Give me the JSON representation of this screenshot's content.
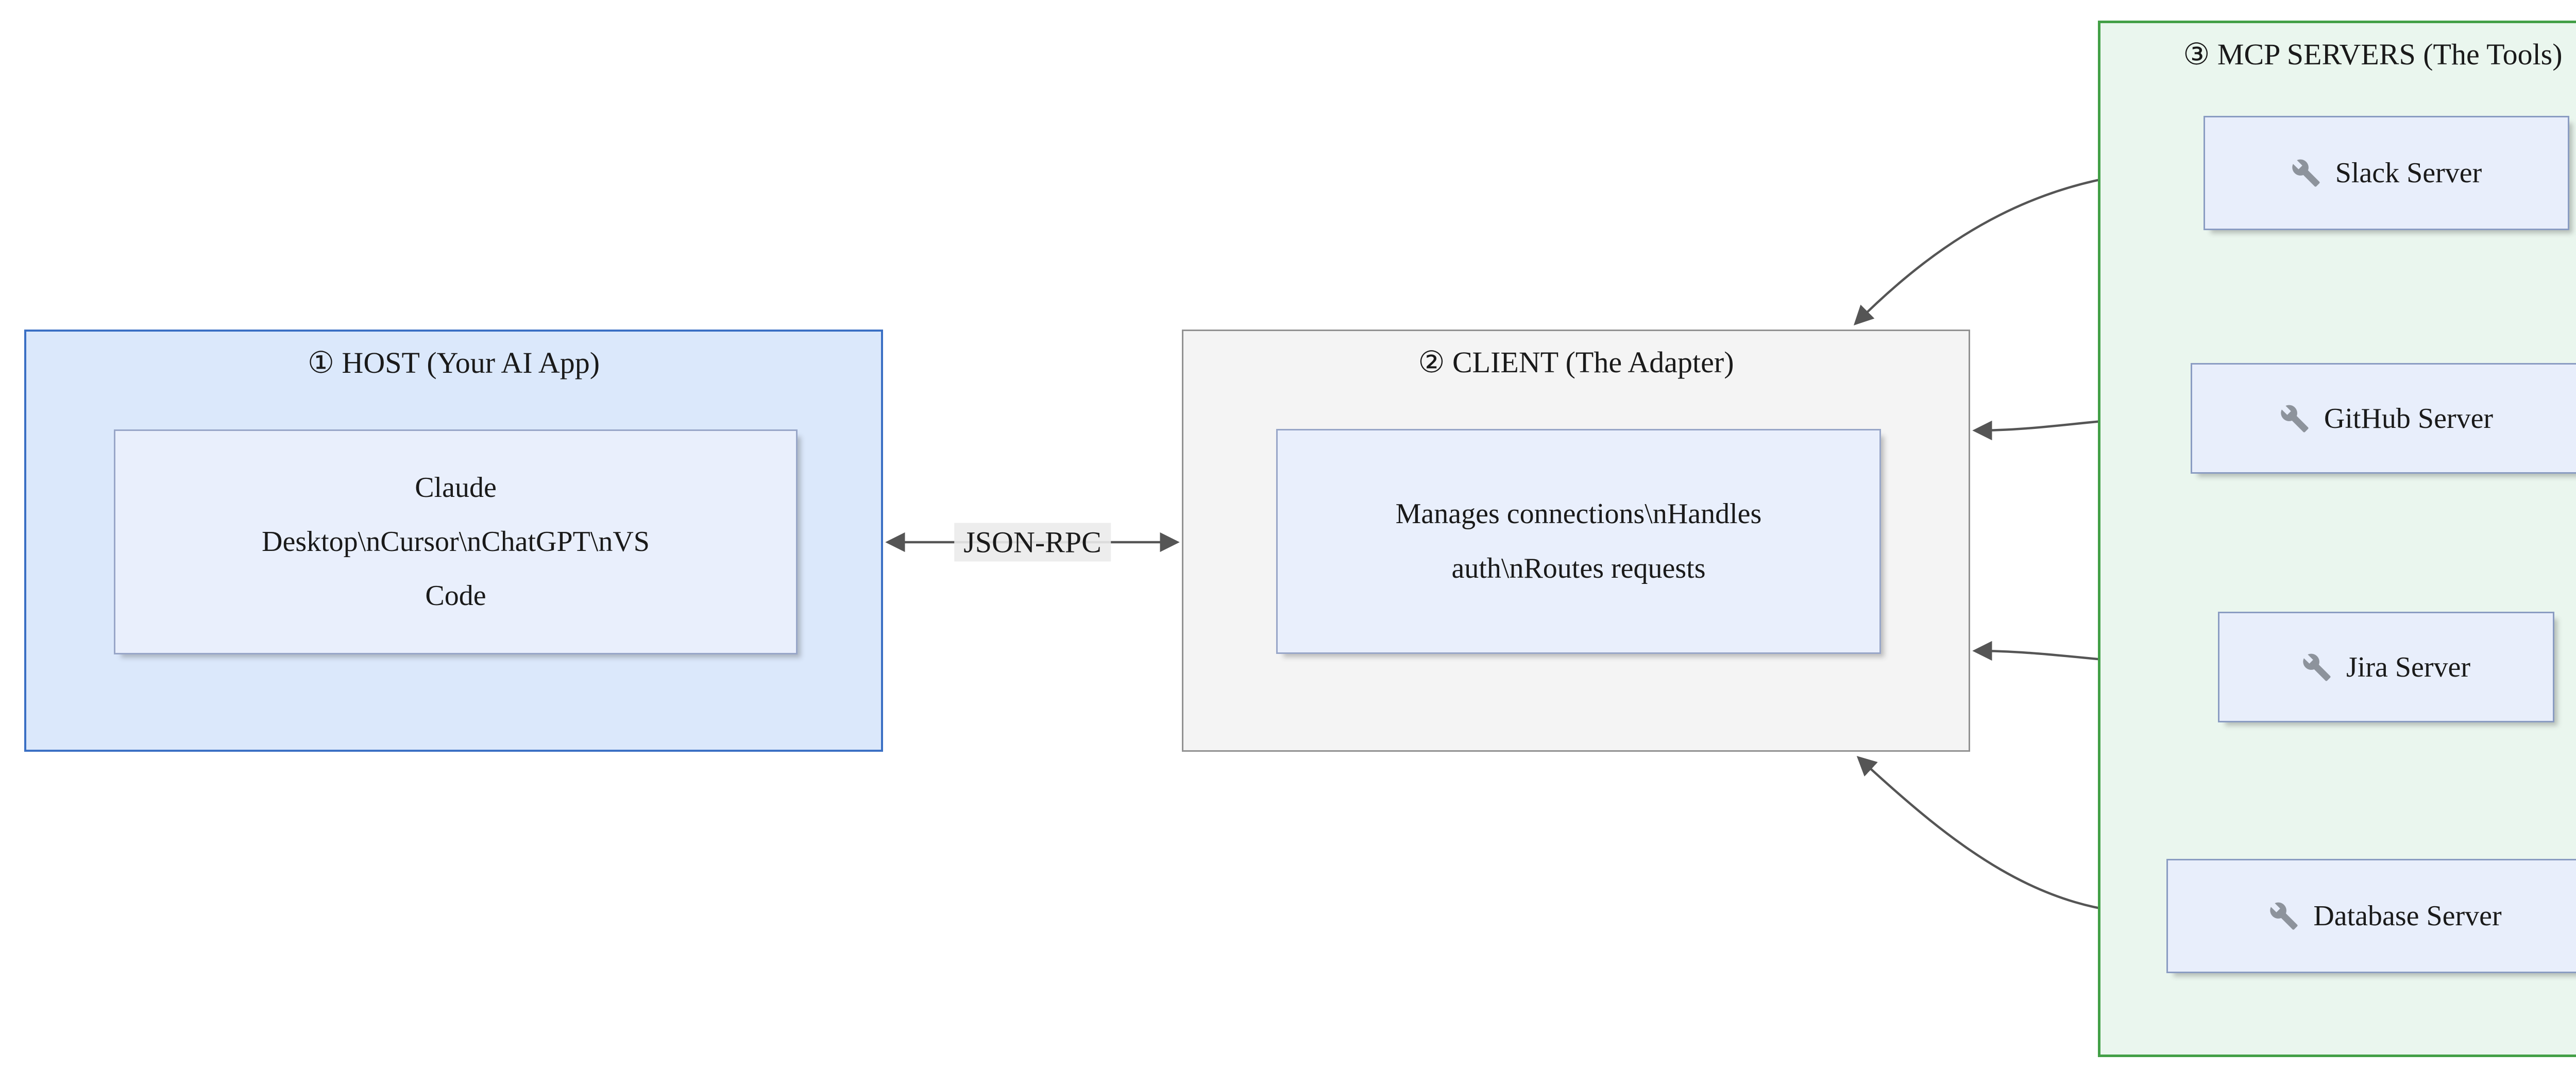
{
  "diagram": {
    "edge_label": "JSON-RPC",
    "host": {
      "title": "① HOST (Your AI App)",
      "inner_lines": [
        "Claude",
        "Desktop\\nCursor\\nChatGPT\\nVS",
        "Code"
      ]
    },
    "client": {
      "title": "② CLIENT (The Adapter)",
      "inner_lines": [
        "Manages connections\\nHandles",
        "auth\\nRoutes requests"
      ]
    },
    "servers_group": {
      "title": "③ MCP SERVERS (The Tools)",
      "items": [
        {
          "icon": "wrench-icon",
          "label": "Slack Server"
        },
        {
          "icon": "wrench-icon",
          "label": "GitHub Server"
        },
        {
          "icon": "wrench-icon",
          "label": "Jira Server"
        },
        {
          "icon": "wrench-icon",
          "label": "Database Server"
        }
      ]
    },
    "colors": {
      "host_fill": "#dbe8fb",
      "host_border": "#3b70c4",
      "client_fill": "#f4f4f4",
      "client_border": "#919191",
      "group_fill": "#eaf6ee",
      "group_border": "#43a047",
      "inner_fill": "#e9effc",
      "inner_border": "#98a6c8",
      "server_fill": "#e8eefb",
      "server_border": "#8a9cc2",
      "arrow": "#555555"
    }
  }
}
